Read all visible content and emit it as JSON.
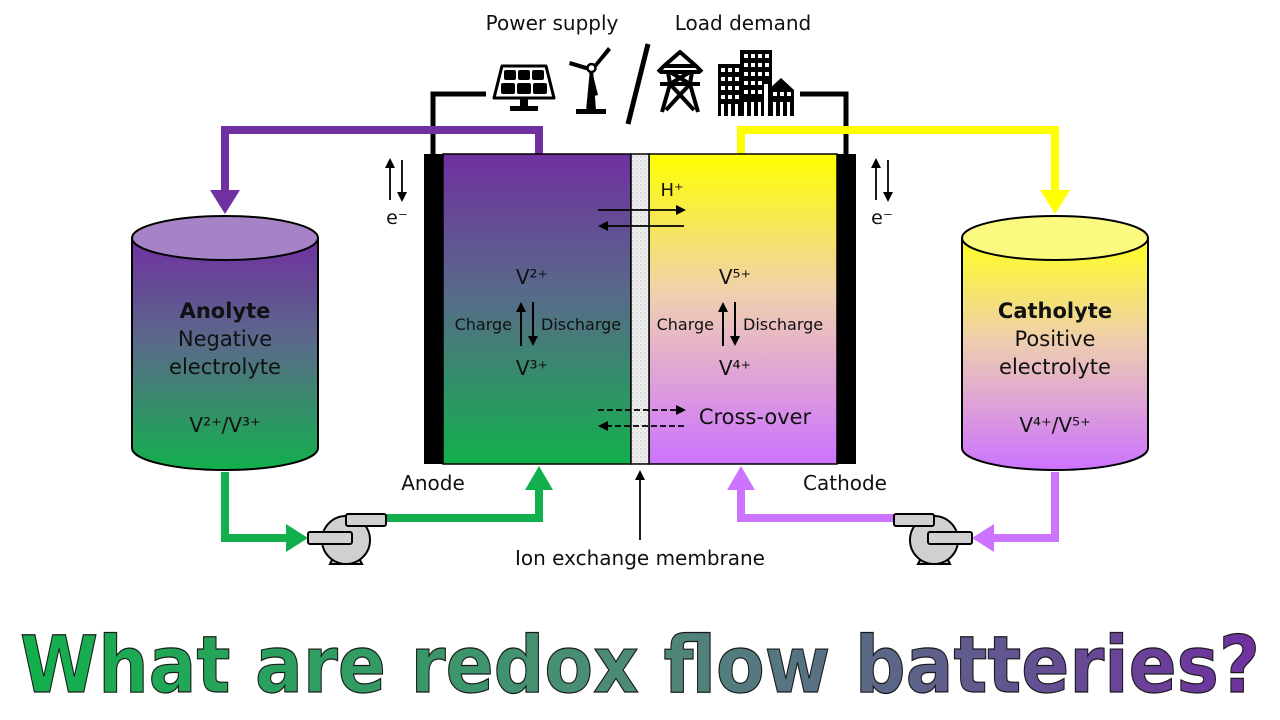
{
  "top": {
    "power_supply_label": "Power supply",
    "load_demand_label": "Load demand",
    "icons": [
      "solar-panel-icon",
      "wind-turbine-icon",
      "slash-separator",
      "power-pylon-icon",
      "city-buildings-icon"
    ]
  },
  "anolyte_tank": {
    "title": "Anolyte",
    "line1": "Negative",
    "line2": "electrolyte",
    "species": "V²⁺/V³⁺",
    "color_top": "#7030a0",
    "color_bottom": "#12b04c"
  },
  "catholyte_tank": {
    "title": "Catholyte",
    "line1": "Positive",
    "line2": "electrolyte",
    "species": "V⁴⁺/V⁵⁺",
    "color_top": "#ffff00",
    "color_bottom": "#cc73ff"
  },
  "cell": {
    "left_electron_label": "e⁻",
    "right_electron_label": "e⁻",
    "proton_label": "H⁺",
    "anode_upper_species": "V²⁺",
    "anode_lower_species": "V³⁺",
    "cathode_upper_species": "V⁵⁺",
    "cathode_lower_species": "V⁴⁺",
    "charge_label": "Charge",
    "discharge_label": "Discharge",
    "crossover_label": "Cross-over",
    "anode_label": "Anode",
    "cathode_label": "Cathode",
    "membrane_label": "Ion exchange membrane"
  },
  "colors": {
    "anolyte_pipe": "#7030a0",
    "anolyte_return": "#12b04c",
    "catholyte_pipe": "#ffff00",
    "catholyte_return": "#cc73ff",
    "pump_fill": "#d0d0d0"
  },
  "headline": {
    "text": "What are redox flow batteries?",
    "gradient_start": "#12b04c",
    "gradient_end": "#7030a0"
  }
}
